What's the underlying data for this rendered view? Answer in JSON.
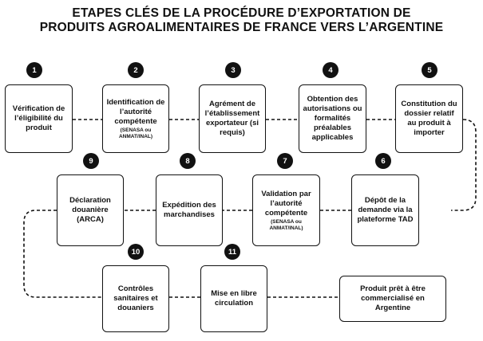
{
  "title": {
    "line1": "ETAPES CLÉS DE LA PROCÉDURE D’EXPORTATION DE",
    "line2": "PRODUITS AGROALIMENTAIRES DE FRANCE VERS L’ARGENTINE"
  },
  "steps": [
    {
      "number": "1",
      "label": "Vérification de l’éligibilité du produit",
      "sub": ""
    },
    {
      "number": "2",
      "label": "Identification de l’autorité compétente",
      "sub": "(SENASA ou ANMAT/INAL)"
    },
    {
      "number": "3",
      "label": "Agrément de l’établissement exportateur (si requis)",
      "sub": ""
    },
    {
      "number": "4",
      "label": "Obtention des autorisations ou formalités préalables applicables",
      "sub": ""
    },
    {
      "number": "5",
      "label": "Constitution du dossier relatif au produit à importer",
      "sub": ""
    },
    {
      "number": "6",
      "label": "Dépôt de la demande via la plateforme TAD",
      "sub": ""
    },
    {
      "number": "7",
      "label": "Validation par l’autorité compétente",
      "sub": "(SENASA ou ANMAT/INAL)"
    },
    {
      "number": "8",
      "label": "Expédition des marchandises",
      "sub": ""
    },
    {
      "number": "9",
      "label": "Déclaration douanière (ARCA)",
      "sub": ""
    },
    {
      "number": "10",
      "label": "Contrôles sanitaires et douaniers",
      "sub": ""
    },
    {
      "number": "11",
      "label": "Mise en libre circulation",
      "sub": ""
    }
  ],
  "final": {
    "label": "Produit prêt à être commercialisé en Argentine"
  }
}
